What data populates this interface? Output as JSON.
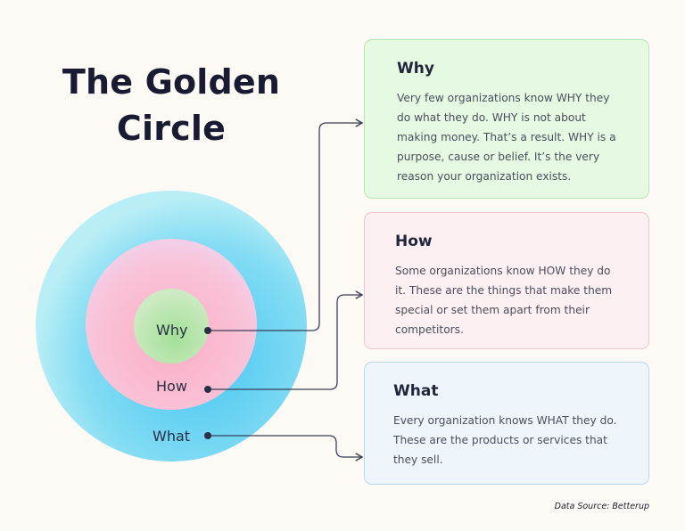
{
  "title": "The Golden Circle",
  "circles": {
    "why_label": "Why",
    "how_label": "How",
    "what_label": "What"
  },
  "cards": {
    "why": {
      "heading": "Why",
      "body": "Very few organizations know WHY they do what they do. WHY is not about making money. That’s a result. WHY is a purpose, cause or belief. It’s the very reason your organization exists."
    },
    "how": {
      "heading": "How",
      "body": "Some organizations know HOW they do it. These are the things that make them special or set them apart from their competitors."
    },
    "what": {
      "heading": "What",
      "body": "Every organization knows WHAT they do. These are the products or services that they sell."
    }
  },
  "source": "Data Source: Betterup",
  "colors": {
    "outer_circle": "#6fd8f5",
    "middle_circle": "#f8b9cf",
    "inner_circle": "#b2e3a8",
    "connector": "#3a3f55",
    "title": "#191b33"
  }
}
